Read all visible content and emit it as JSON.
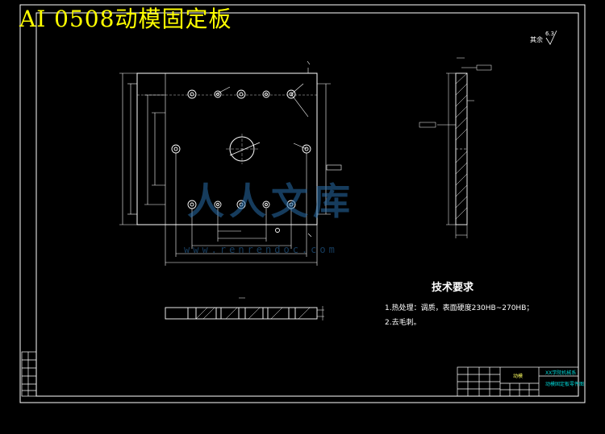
{
  "title": "AI 0508动模固定板",
  "watermark": {
    "text": "人人文库",
    "url": "www.renrendoc.com"
  },
  "roughness_note": "其余",
  "roughness_value": "6.3",
  "tech_requirements": {
    "heading": "技术要求",
    "items": [
      "1.热处理：调质，表面硬度230HB~270HB；",
      "2.去毛刺。"
    ]
  },
  "title_block": {
    "part_name": "动模",
    "school_line1": "XX学院机械系",
    "school_line2": "动模固定板零件图"
  },
  "colors": {
    "frame": "#ffffff",
    "title": "#ffff00",
    "watermark": "#2a6ea8",
    "dim": "#ffffff",
    "accent": "#00d8d8"
  }
}
